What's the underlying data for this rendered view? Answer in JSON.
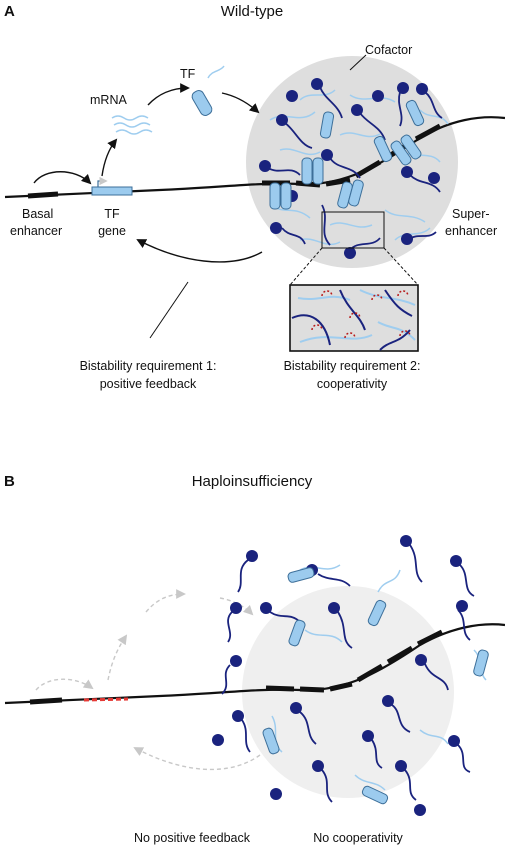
{
  "panels": [
    {
      "letter": "A",
      "title": "Wild-type",
      "labels": {
        "cofactor": "Cofactor",
        "mrna": "mRNA",
        "tf": "TF",
        "basal_line1": "Basal",
        "basal_line2": "enhancer",
        "tf_gene_line1": "TF",
        "tf_gene_line2": "gene",
        "super_line1": "Super-",
        "super_line2": "enhancer",
        "req1_line1": "Bistability requirement 1:",
        "req1_line2": "positive feedback",
        "req2_line1": "Bistability requirement 2:",
        "req2_line2": "cooperativity"
      }
    },
    {
      "letter": "B",
      "title": "Haploinsufficiency",
      "labels": {
        "no_feedback": "No positive feedback",
        "no_coop": "No cooperativity"
      }
    }
  ],
  "colors": {
    "dna": "#111111",
    "tf_fill": "#9ccbee",
    "tf_stroke": "#3d6f99",
    "cofactor_ball": "#1a237e",
    "cofactor_tail": "#1a237e",
    "light_tail": "#9fcdef",
    "condensate": "#dedede",
    "condensate_faint": "#efefef",
    "mutation": "#e53935",
    "inset_marks": "#b71c1c",
    "faded_arrow": "#c8c8c8"
  }
}
